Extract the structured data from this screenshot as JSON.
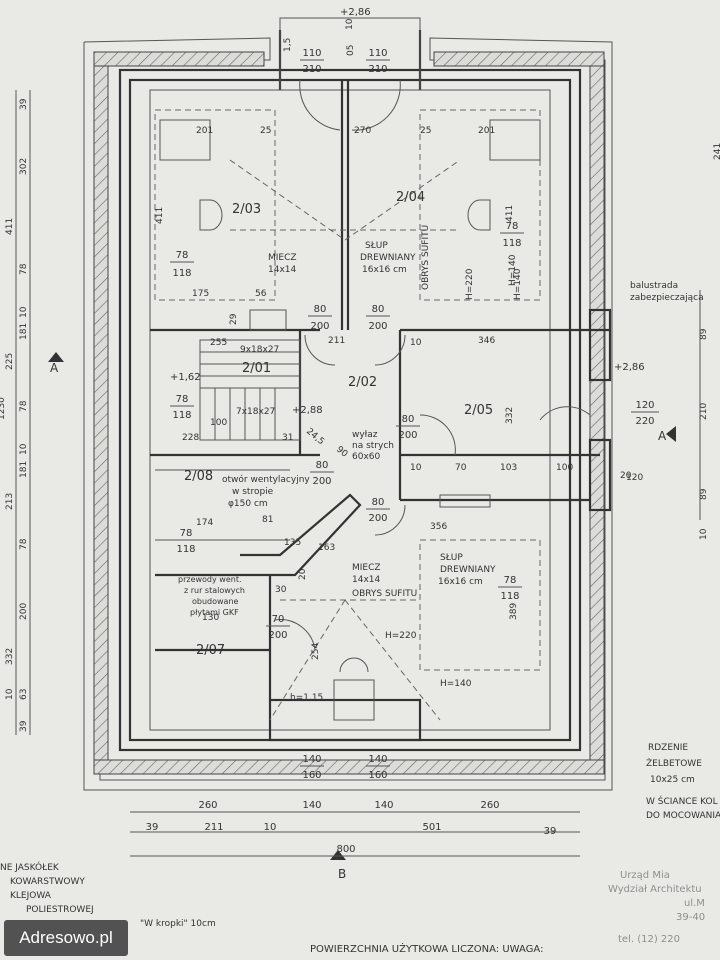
{
  "rooms": [
    {
      "id": "2/03"
    },
    {
      "id": "2/04"
    },
    {
      "id": "2/01"
    },
    {
      "id": "2/02"
    },
    {
      "id": "2/05"
    },
    {
      "id": "2/08"
    },
    {
      "id": "2/07"
    }
  ],
  "annotations": {
    "top_level": "+2,86",
    "right_level": "+2,86",
    "left_level": "+1,62",
    "stair_level": "+2,88",
    "miecz_top": "MIECZ",
    "miecz_top_size": "14x14",
    "slup_top_1": "SŁUP",
    "slup_top_2": "DREWNIANY",
    "slup_top_3": "16x16 cm",
    "obrys_top": "OBRYS SUFITU",
    "h220_top": "H=220",
    "h140_top": "H=140",
    "balustrada_1": "balustrada",
    "balustrada_2": "zabezpieczająca",
    "wylaz_1": "wyłaz",
    "wylaz_2": "na strych",
    "wylaz_3": "60x60",
    "otwor_1": "otwór wentylacyjny",
    "otwor_2": "w stropie",
    "otwor_3": "φ150 cm",
    "slup_bot_1": "SŁUP",
    "slup_bot_2": "DREWNIANY",
    "slup_bot_3": "16x16 cm",
    "miecz_bot": "MIECZ",
    "miecz_bot_size": "14x14",
    "obrys_bot": "OBRYS SUFITU",
    "h220_bot": "H=220",
    "h140_bot": "H=140",
    "h115": "h=1,15",
    "przewody_1": "przewody went.",
    "przewody_2": "z rur stalowych",
    "przewody_3": "obudowane",
    "przewody_4": "płytami GKF",
    "stair_1": "9x18x27",
    "stair_2": "7x18x27",
    "section_a": "A",
    "section_b": "B"
  },
  "openings": [
    {
      "w": "110",
      "h": "210"
    },
    {
      "w": "110",
      "h": "210"
    },
    {
      "w": "78",
      "h": "118"
    },
    {
      "w": "78",
      "h": "118"
    },
    {
      "w": "80",
      "h": "200"
    },
    {
      "w": "80",
      "h": "200"
    },
    {
      "w": "78",
      "h": "118"
    },
    {
      "w": "80",
      "h": "200"
    },
    {
      "w": "120",
      "h": "220"
    },
    {
      "w": "78",
      "h": "118"
    },
    {
      "w": "80",
      "h": "200"
    },
    {
      "w": "80",
      "h": "200"
    },
    {
      "w": "78",
      "h": "118"
    },
    {
      "w": "70",
      "h": "200"
    },
    {
      "w": "140",
      "h": "160"
    },
    {
      "w": "140",
      "h": "160"
    }
  ],
  "dims_inner": [
    "201",
    "25",
    "201",
    "25",
    "270",
    "175",
    "56",
    "255",
    "211",
    "346",
    "228",
    "31",
    "174",
    "81",
    "70",
    "103",
    "100",
    "100",
    "356",
    "135",
    "163",
    "254",
    "30",
    "29",
    "10",
    "10",
    "20",
    "20",
    "24,5",
    "90",
    "389",
    "332",
    "411",
    "411",
    "130",
    "H=140"
  ],
  "dims_left": [
    "39",
    "302",
    "411",
    "78",
    "181",
    "225",
    "10",
    "78",
    "181",
    "213",
    "10",
    "78",
    "200",
    "332",
    "63",
    "10",
    "39",
    "1230"
  ],
  "dims_right": [
    "241",
    "89",
    "210",
    "89",
    "120",
    "10"
  ],
  "dims_top": [
    "2,86",
    "1,5",
    "05",
    "10"
  ],
  "dims_bottom_row1": [
    "260",
    "140",
    "140",
    "260"
  ],
  "dims_bottom_row2": [
    "39",
    "211",
    "10",
    "501",
    "39"
  ],
  "dims_total": "800",
  "notes_right": {
    "rdzenie_1": "RDZENIE",
    "rdzenie_2": "ŻELBETOWE",
    "rdzenie_3": "10x25 cm",
    "rdzenie_4": "W ŚCIANCE KOL",
    "rdzenie_5": "DO MOCOWANIA"
  },
  "notes_left": [
    "NE JASKÓŁEK",
    "KOWARSTWOWY",
    "KLEJOWA",
    "POLIESTROWEJ"
  ],
  "legend_kropki": "\"W kropki\"  10cm",
  "stamp": [
    "Urząd Mia",
    "Wydział Architektu",
    "ul.M",
    "39-40",
    "tel. (12) 220"
  ],
  "footer": "POWIERZCHNIA  UŻYTKOWA  LICZONA:      UWAGA:",
  "watermark": "Adresowo.pl"
}
